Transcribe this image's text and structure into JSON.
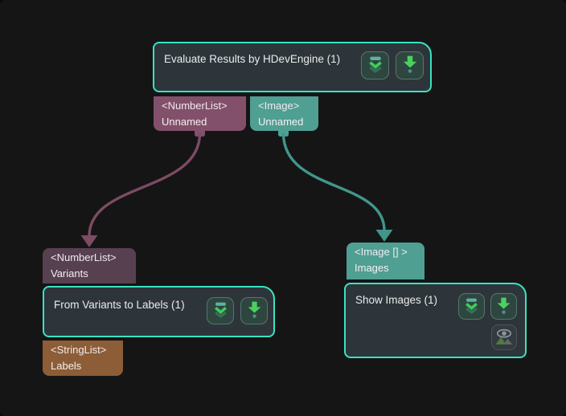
{
  "app": {
    "kind": "dataflow-node-graph"
  },
  "colors": {
    "canvas_bg": "#151515",
    "node_bg": "#2e353a",
    "node_border": "#38e3c1",
    "port_numberlist_output": "#82506a",
    "port_numberlist_input": "#574050",
    "port_image": "#4f9f93",
    "port_stringlist": "#8c5d36",
    "edge_numberlist": "#7c4b64",
    "edge_image": "#41968a",
    "icon_green": "#4bd05f",
    "icon_teal": "#5ab3a1"
  },
  "nodes": {
    "evaluate": {
      "title": "Evaluate Results by HDevEngine (1)"
    },
    "from_variants": {
      "title": "From Variants to Labels (1)"
    },
    "show_images": {
      "title": "Show Images (1)"
    }
  },
  "ports": {
    "numberlist_unnamed": {
      "type": "<NumberList>",
      "name": "Unnamed",
      "direction": "output"
    },
    "image_unnamed": {
      "type": "<Image>",
      "name": "Unnamed",
      "direction": "output"
    },
    "numberlist_variants": {
      "type": "<NumberList>",
      "name": "Variants",
      "direction": "input"
    },
    "stringlist_labels": {
      "type": "<StringList>",
      "name": "Labels",
      "direction": "output"
    },
    "image_images": {
      "type": "<Image [] >",
      "name": "Images",
      "direction": "input"
    }
  },
  "edges": [
    {
      "from": "numberlist_unnamed",
      "to": "numberlist_variants",
      "color": "#7c4b64"
    },
    {
      "from": "image_unnamed",
      "to": "image_images",
      "color": "#41968a"
    }
  ],
  "icons": {
    "collapse": "double-chevron-down-icon",
    "run": "arrow-down-icon",
    "preview": "eye-image-icon"
  }
}
